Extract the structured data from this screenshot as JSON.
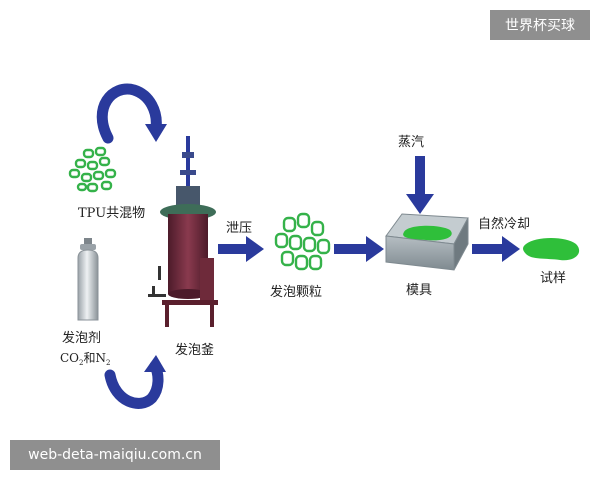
{
  "watermark": {
    "top_right": "世界杯买球",
    "bottom_left": "web-deta-maiqiu.com.cn"
  },
  "labels": {
    "tpu_blend": "TPU共混物",
    "blowing_agent": "发泡剂",
    "gas_co": "CO",
    "gas_sub_2a": "2",
    "gas_and": "和N",
    "gas_sub_2b": "2",
    "foaming_vessel": "发泡釜",
    "pressure_release": "泄压",
    "foamed_beads": "发泡颗粒",
    "steam": "蒸汽",
    "mold": "模具",
    "natural_cooling": "自然冷却",
    "sample": "试样"
  },
  "colors": {
    "arrow_blue": "#2a3a9c",
    "bead_green": "#35b24a",
    "vessel_body": "#6e2a3a",
    "vessel_lid": "#3e6d58",
    "mold_gray": "#8f9aa0",
    "sample_green": "#2fbf3a"
  },
  "icons": [
    "cycle-arrow-icon",
    "gas-cylinder-icon",
    "reactor-vessel-icon",
    "mold-icon"
  ]
}
